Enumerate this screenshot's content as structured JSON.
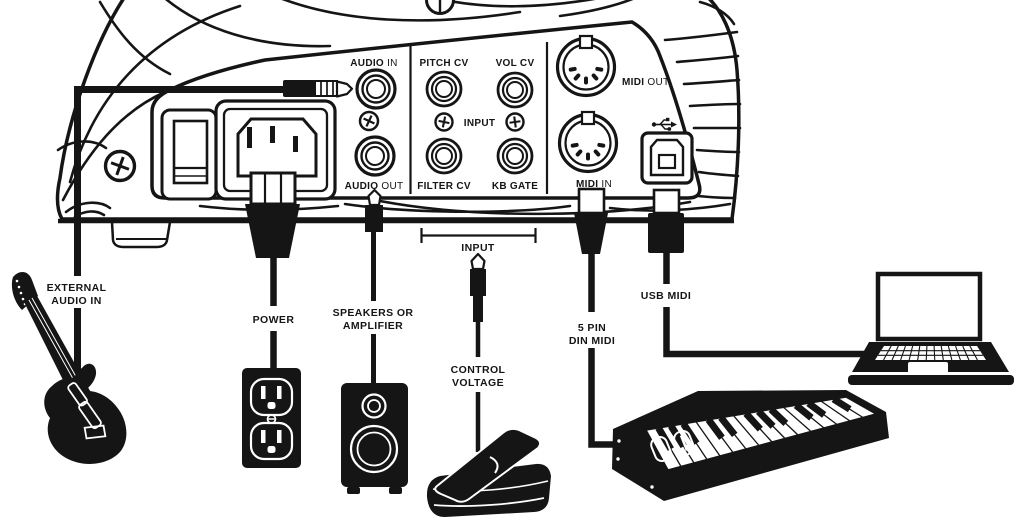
{
  "title": "synthesizer-rear-panel-connection-diagram",
  "colors": {
    "ink": "#151515",
    "paper": "#ffffff"
  },
  "panel": {
    "audio_in": {
      "bold": "AUDIO",
      "rest": " IN"
    },
    "audio_out": {
      "bold": "AUDIO",
      "rest": " OUT"
    },
    "pitch_cv": "PITCH CV",
    "vol_cv": "VOL CV",
    "filter_cv": "FILTER CV",
    "kb_gate": "KB GATE",
    "input": "INPUT",
    "midi_out": {
      "bold": "MIDI",
      "rest": " OUT"
    },
    "midi_in": {
      "bold": "MIDI",
      "rest": " IN"
    }
  },
  "connections": {
    "external_audio_in": {
      "line1": "EXTERNAL",
      "line2": "AUDIO IN"
    },
    "power": {
      "label": "POWER"
    },
    "speakers": {
      "line1": "SPEAKERS OR",
      "line2": "AMPLIFIER"
    },
    "cv_input": {
      "bracket_label": "INPUT",
      "line1": "CONTROL",
      "line2": "VOLTAGE"
    },
    "din_midi": {
      "line1": "5 PIN",
      "line2": "DIN MIDI"
    },
    "usb_midi": {
      "label": "USB MIDI"
    }
  }
}
